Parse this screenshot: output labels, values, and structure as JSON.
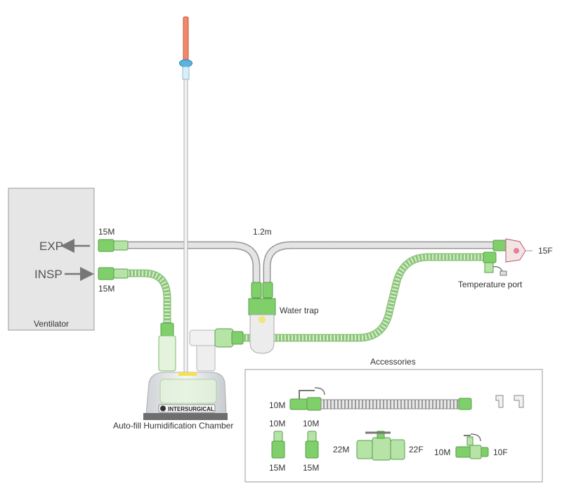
{
  "ventilator": {
    "title": "Ventilator"
  },
  "ports": {
    "exp": "EXP",
    "insp": "INSP",
    "exp_size": "15M",
    "insp_size": "15M"
  },
  "circuit": {
    "length": "1.2m",
    "end_size": "15F",
    "water_trap": "Water trap",
    "temperature_port": "Temperature port",
    "chamber": "Auto-fill Humidification Chamber",
    "chamber_brand": "INTERSURGICAL"
  },
  "accessories": {
    "title": "Accessories",
    "hose_size": "10M",
    "adapter1_top": "10M",
    "adapter1_bottom": "15M",
    "adapter2_top": "10M",
    "adapter2_bottom": "15M",
    "valve_left": "22M",
    "valve_right": "22F",
    "tee_left": "10M",
    "tee_right": "10F"
  },
  "colors": {
    "tube_green": "#b8dca8",
    "fitting_green": "#7fcf6a",
    "ventilator_fill": "#e6e6e6",
    "spike_orange": "#f08a6a",
    "clamp_blue": "#5ab4e0"
  }
}
